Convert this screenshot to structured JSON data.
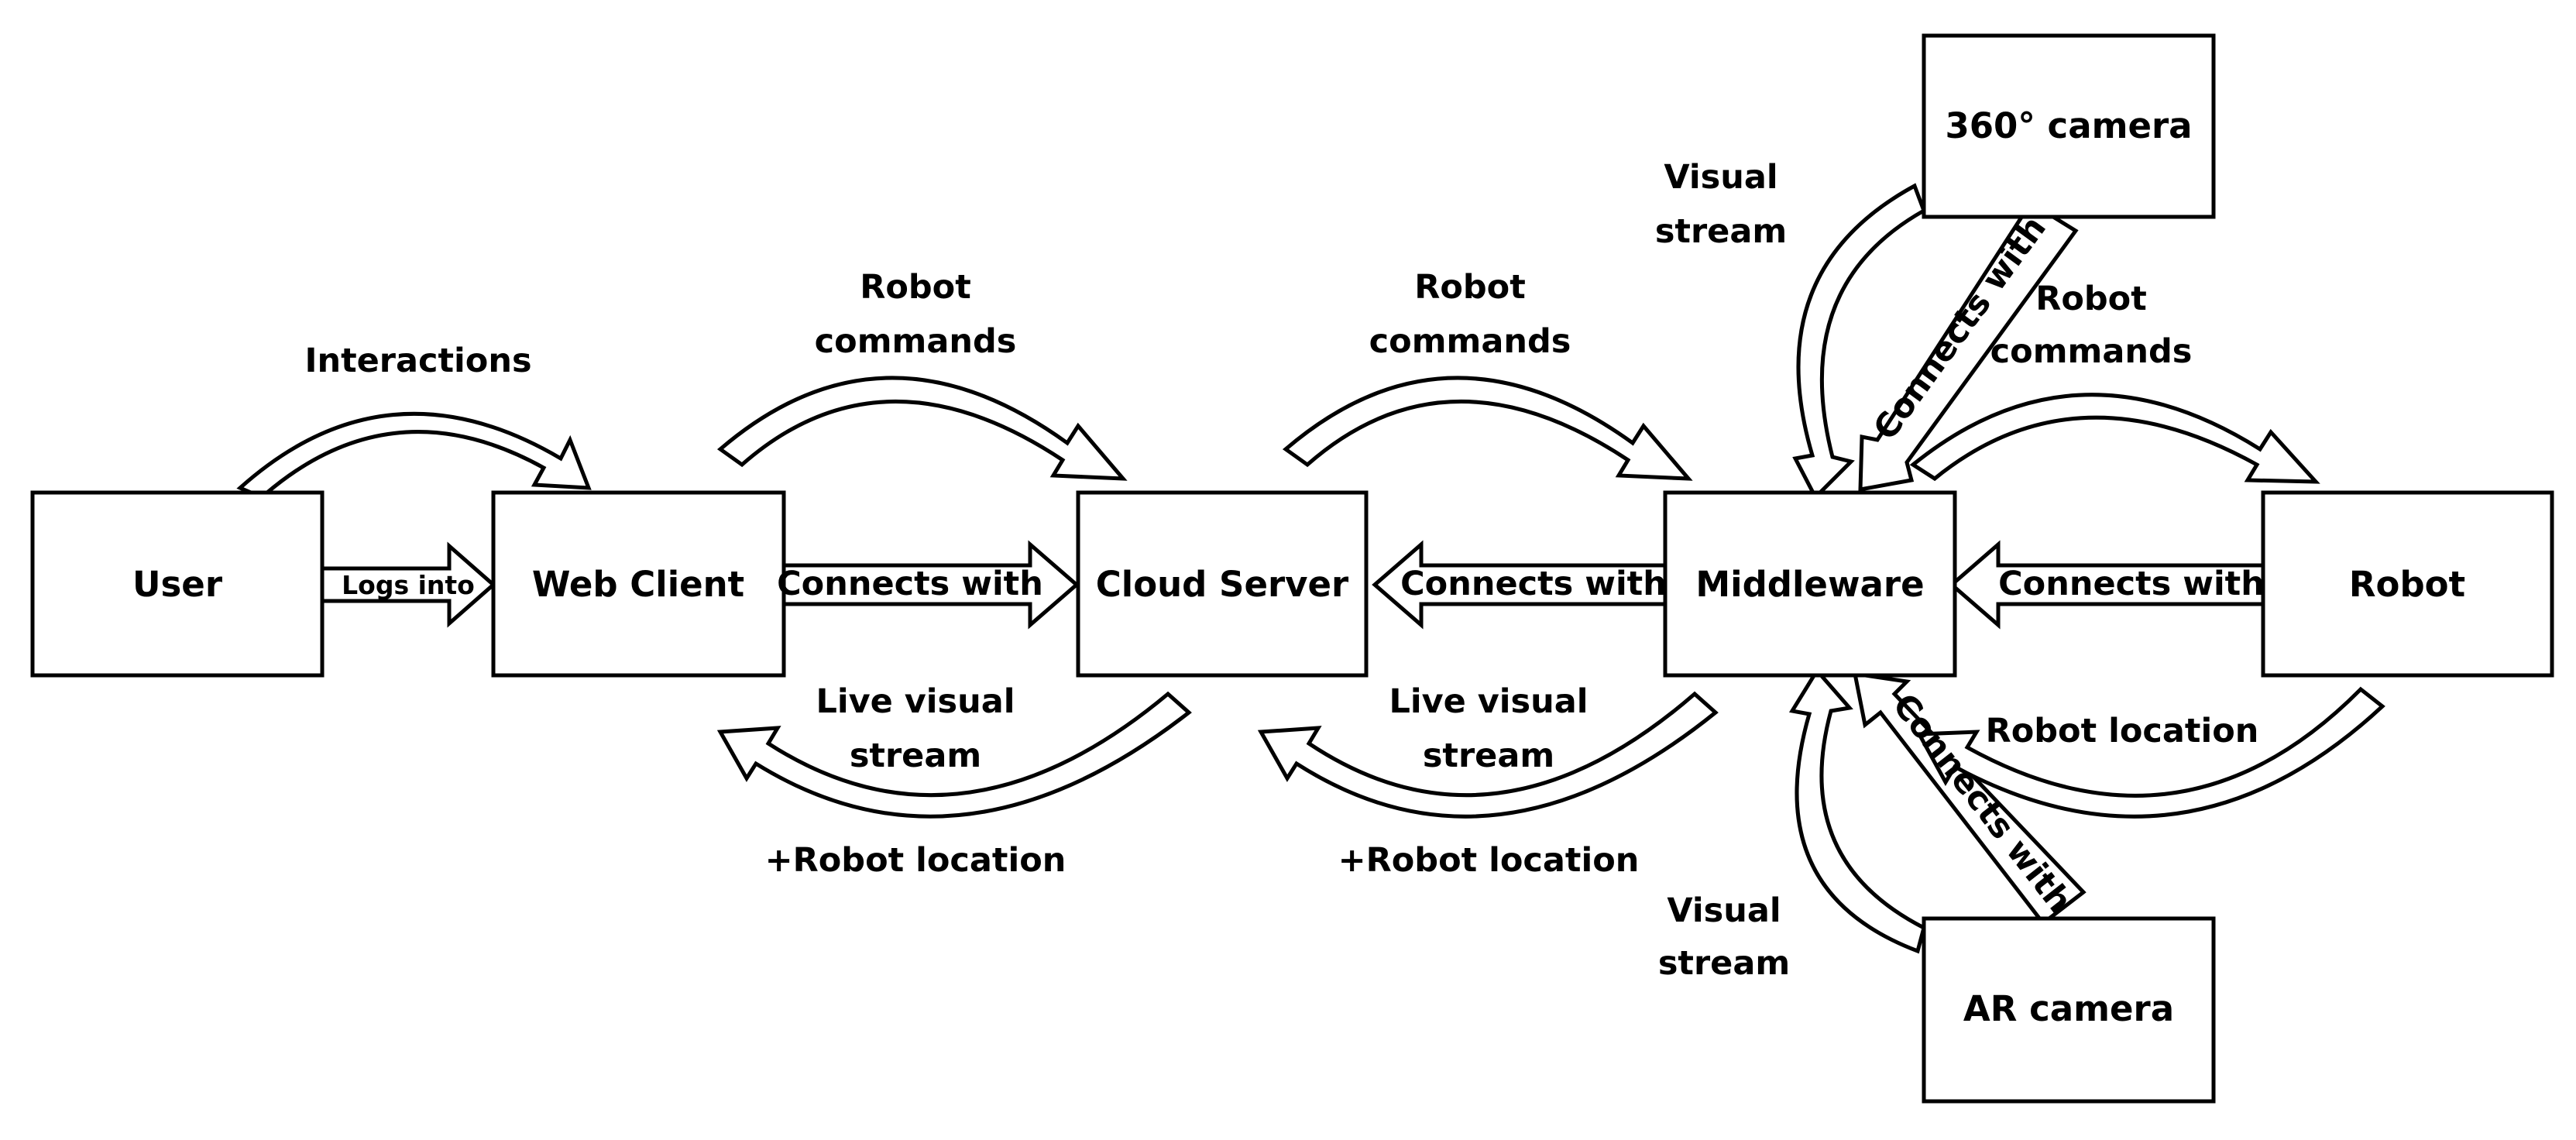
{
  "nodes": {
    "user": "User",
    "web_client": "Web Client",
    "cloud_server": "Cloud Server",
    "middleware": "Middleware",
    "robot": "Robot",
    "camera_360": "360° camera",
    "ar_camera": "AR camera"
  },
  "edges": {
    "interactions": "Interactions",
    "logs_into": "Logs into",
    "wc_cs_commands_1": "Robot",
    "wc_cs_commands_2": "commands",
    "wc_cs_connects": "Connects with",
    "wc_cs_stream_1": "Live visual",
    "wc_cs_stream_2": "stream",
    "wc_cs_location": "+Robot location",
    "cs_mw_commands_1": "Robot",
    "cs_mw_commands_2": "commands",
    "cs_mw_connects": "Connects with",
    "cs_mw_stream_1": "Live visual",
    "cs_mw_stream_2": "stream",
    "cs_mw_location": "+Robot location",
    "mw_robot_commands_1": "Robot",
    "mw_robot_commands_2": "commands",
    "mw_robot_connects": "Connects with",
    "mw_robot_location": "Robot location",
    "cam360_stream_1": "Visual",
    "cam360_stream_2": "stream",
    "cam360_connects": "Connects with",
    "ar_stream_1": "Visual",
    "ar_stream_2": "stream",
    "ar_connects": "Connects with"
  }
}
